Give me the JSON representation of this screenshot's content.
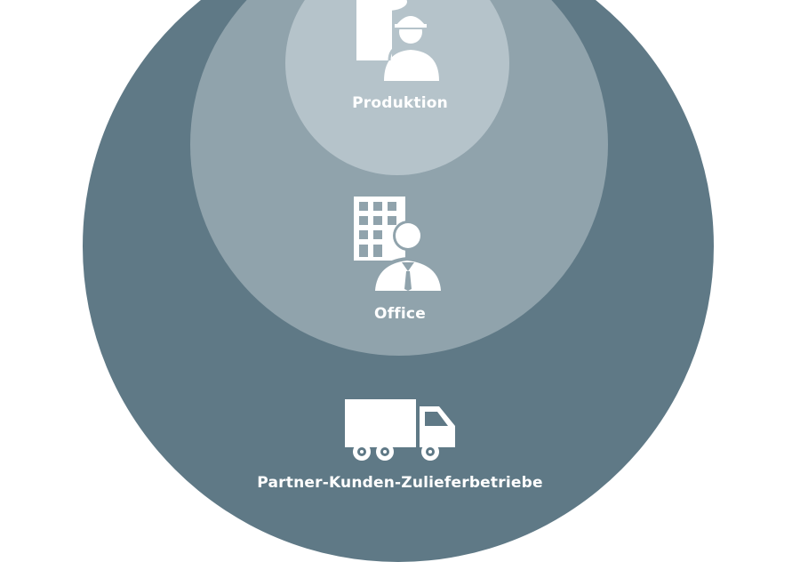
{
  "diagram": {
    "rings": [
      {
        "label": "Produktion",
        "icon": "factory-worker-icon"
      },
      {
        "label": "Office",
        "icon": "office-person-icon"
      },
      {
        "label": "Partner-Kunden-Zulieferbetriebe",
        "icon": "truck-icon"
      }
    ],
    "colors": {
      "outer": "#5f7986",
      "middle": "#90a3ac",
      "inner": "#b5c3ca",
      "icon": "#ffffff"
    }
  }
}
